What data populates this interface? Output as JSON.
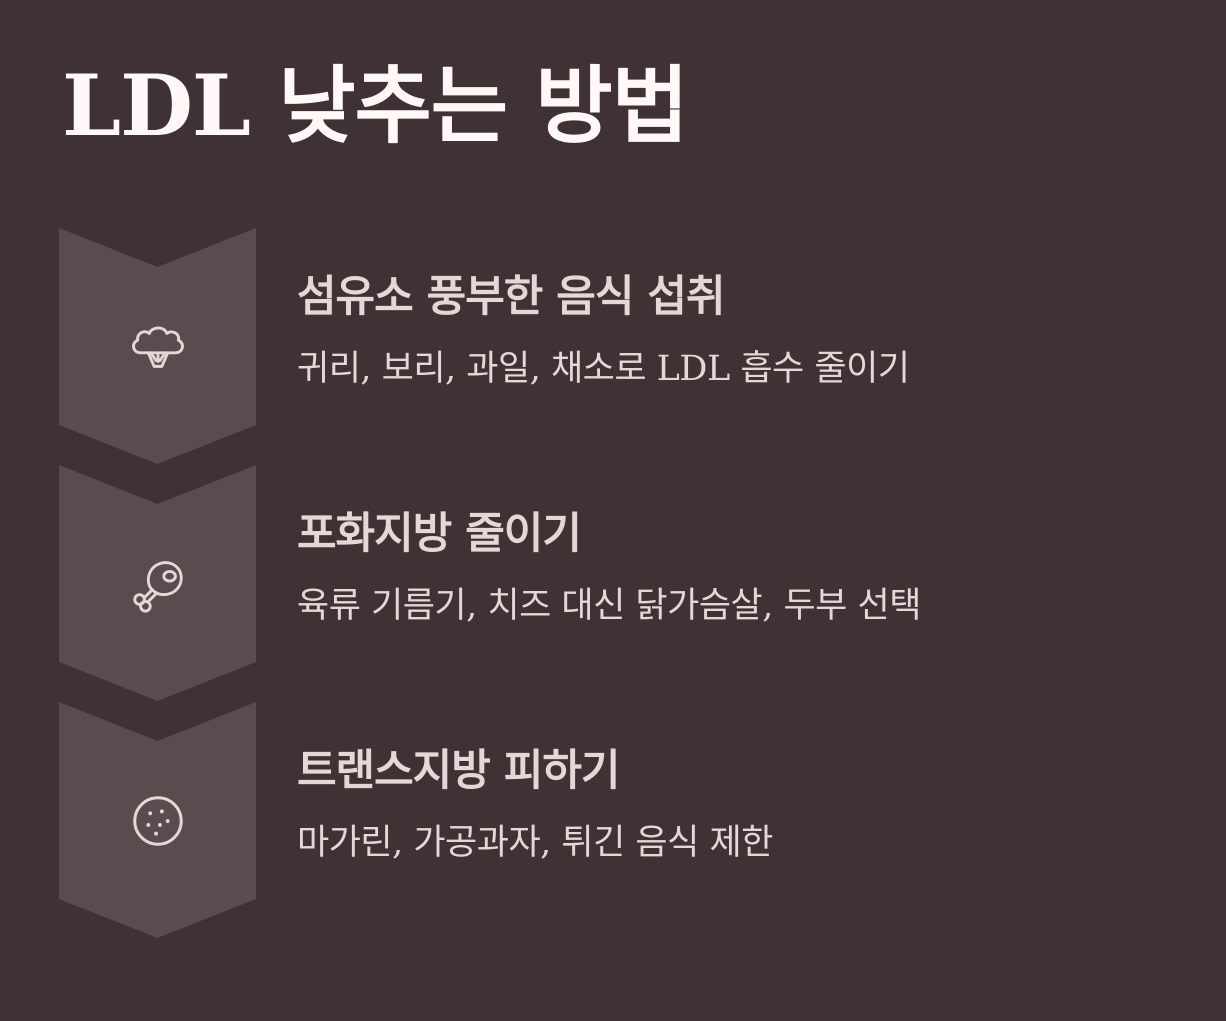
{
  "title": "LDL 낮추는 방법",
  "colors": {
    "background": "#3f3134",
    "chevron": "#5a4b4e",
    "text": "#e5d7d5",
    "title": "#fff8f6"
  },
  "steps": [
    {
      "icon": "broccoli-icon",
      "heading": "섬유소 풍부한 음식 섭취",
      "description": "귀리, 보리, 과일, 채소로 LDL 흡수 줄이기"
    },
    {
      "icon": "drumstick-icon",
      "heading": "포화지방 줄이기",
      "description": "육류 기름기, 치즈 대신 닭가슴살, 두부 선택"
    },
    {
      "icon": "cookie-icon",
      "heading": "트랜스지방 피하기",
      "description": "마가린, 가공과자, 튀긴 음식 제한"
    }
  ]
}
